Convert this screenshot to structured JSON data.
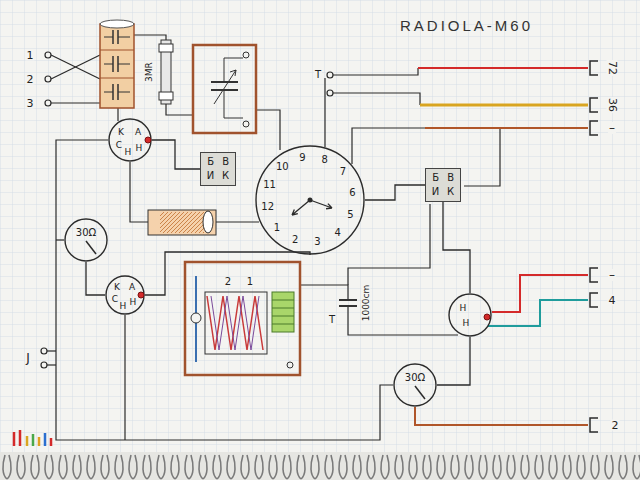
{
  "diagram": {
    "title": "RADIOLA-M60",
    "nodes": [
      {
        "text": [
          "K",
          "A",
          "C",
          "H",
          "H"
        ]
      },
      {
        "text": [
          "30Ω"
        ]
      },
      {
        "text": [
          "K",
          "A",
          "C",
          "H",
          "H"
        ]
      },
      {
        "text": [
          "1",
          "2",
          "3",
          "4",
          "5",
          "6",
          "7",
          "8",
          "9",
          "10",
          "11",
          "12"
        ]
      },
      {
        "text": [
          "Б",
          "В",
          "И",
          "К"
        ]
      },
      {
        "text": [
          "Б",
          "В",
          "И",
          "К"
        ]
      },
      {
        "text": [
          "H",
          "H"
        ]
      },
      {
        "text": [
          "30Ω"
        ]
      }
    ],
    "edges": [
      {
        "from": 0,
        "to": 4,
        "arrow": "none"
      },
      {
        "from": 1,
        "to": 2,
        "arrow": "none"
      },
      {
        "from": 2,
        "to": 3,
        "arrow": "none"
      },
      {
        "from": 3,
        "to": 5,
        "arrow": "none"
      },
      {
        "from": 5,
        "to": 6,
        "arrow": "none"
      },
      {
        "from": 6,
        "to": 7,
        "arrow": "none"
      }
    ],
    "labels": [
      "1",
      "2",
      "3",
      "3MR",
      "T",
      "72",
      "36",
      "–",
      "–",
      "4",
      "2",
      "J",
      "1000cm",
      "T",
      "2",
      "1"
    ]
  }
}
